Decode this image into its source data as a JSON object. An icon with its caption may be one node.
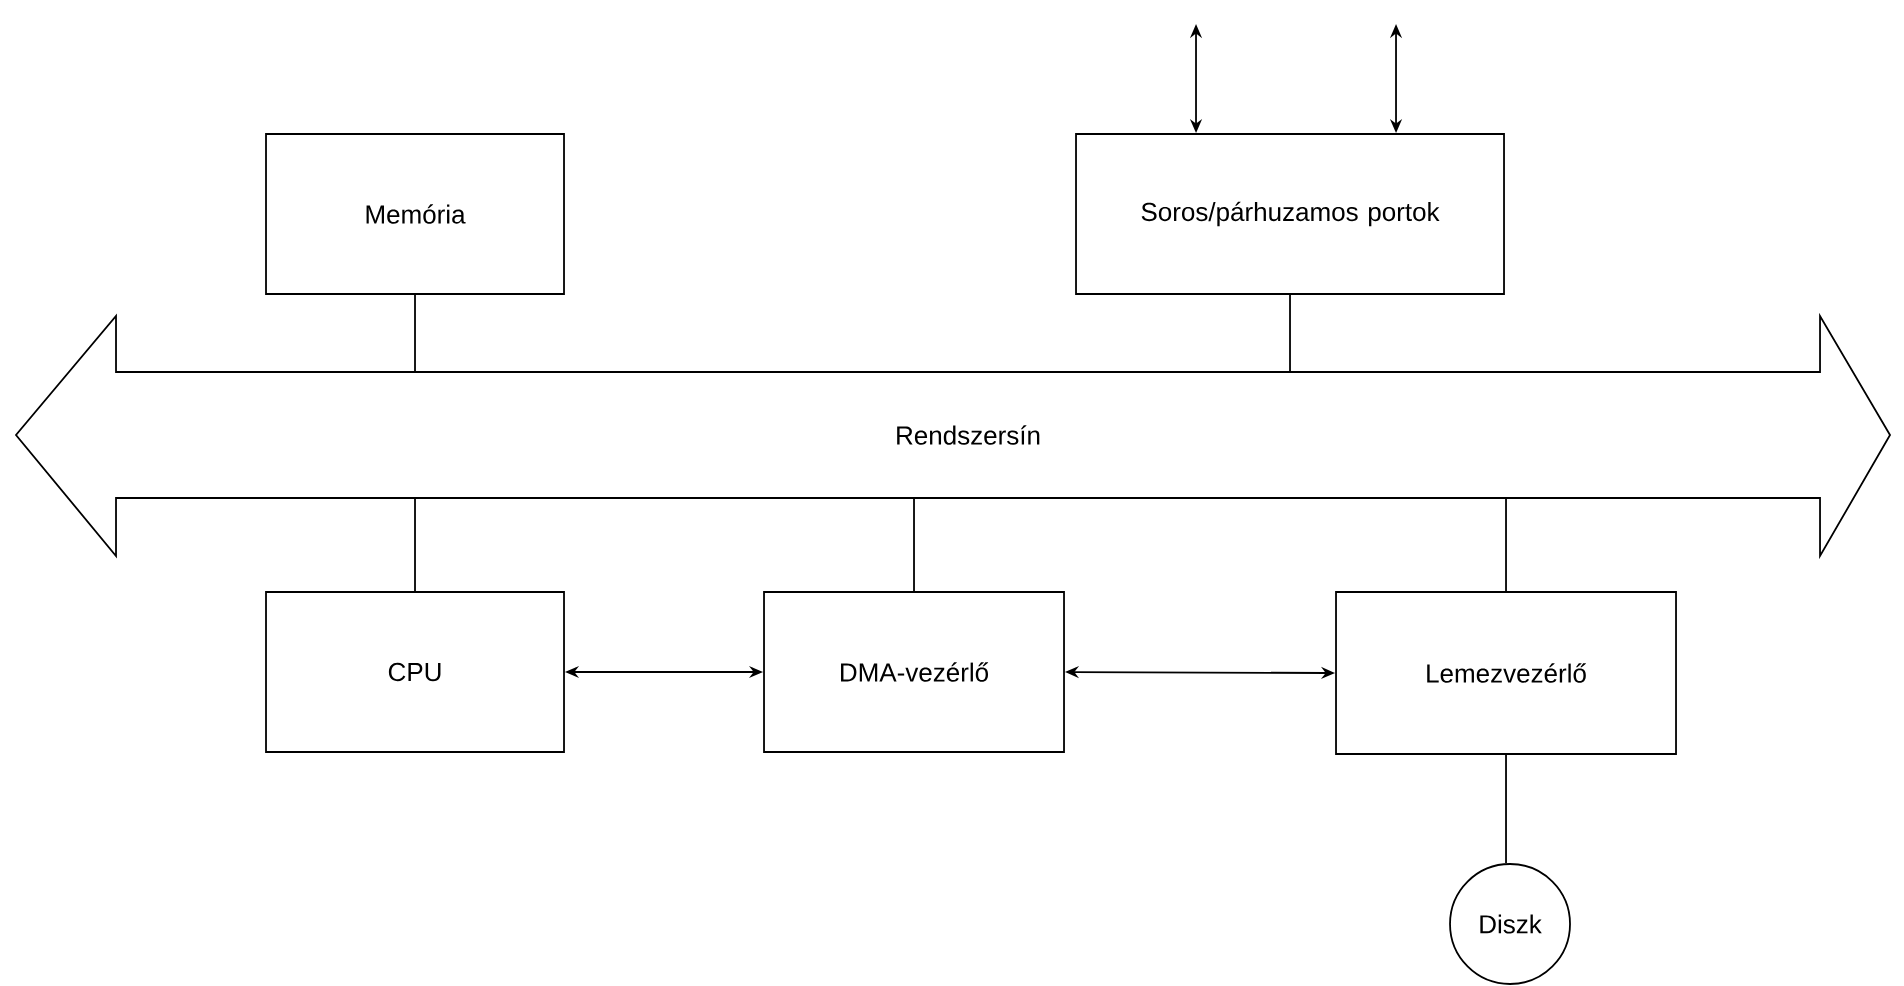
{
  "diagram": {
    "nodes": [
      {
        "text": [
          "Memória"
        ]
      },
      {
        "text": [
          "Soros/párhuzamos portok"
        ]
      },
      {
        "text": [
          "Rendszersín"
        ]
      },
      {
        "text": [
          "CPU"
        ]
      },
      {
        "text": [
          "DMA-vezérlő"
        ]
      },
      {
        "text": [
          "Lemezvezérlő"
        ]
      },
      {
        "text": [
          "Diszk"
        ]
      }
    ],
    "edges": [
      {
        "from": 0,
        "to": 2,
        "arrow": "none"
      },
      {
        "from": 1,
        "to": 2,
        "arrow": "none"
      },
      {
        "from": 2,
        "to": 3,
        "arrow": "none"
      },
      {
        "from": 2,
        "to": 4,
        "arrow": "none"
      },
      {
        "from": 2,
        "to": 5,
        "arrow": "none"
      },
      {
        "from": 3,
        "to": 4,
        "arrow": "both"
      },
      {
        "from": 4,
        "to": 5,
        "arrow": "both"
      },
      {
        "from": 5,
        "to": 6,
        "arrow": "none"
      },
      {
        "from": 1,
        "to": null,
        "arrow": "both"
      },
      {
        "from": 1,
        "to": null,
        "arrow": "both"
      }
    ]
  }
}
